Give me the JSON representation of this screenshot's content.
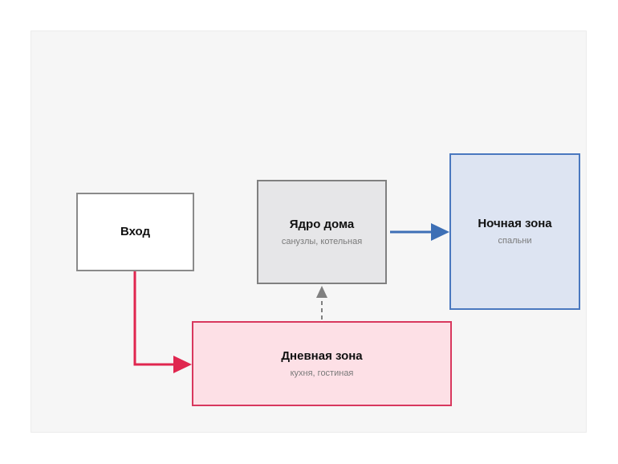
{
  "nodes": {
    "entry": {
      "title": "Вход"
    },
    "core": {
      "title": "Ядро дома",
      "subtitle": "санузлы, котельная"
    },
    "night": {
      "title": "Ночная зона",
      "subtitle": "спальни"
    },
    "day": {
      "title": "Дневная зона",
      "subtitle": "кухня, гостиная"
    }
  },
  "colors": {
    "entry_to_day": "#e0264f",
    "core_to_night": "#3d6fb5",
    "day_to_core": "#808080"
  }
}
